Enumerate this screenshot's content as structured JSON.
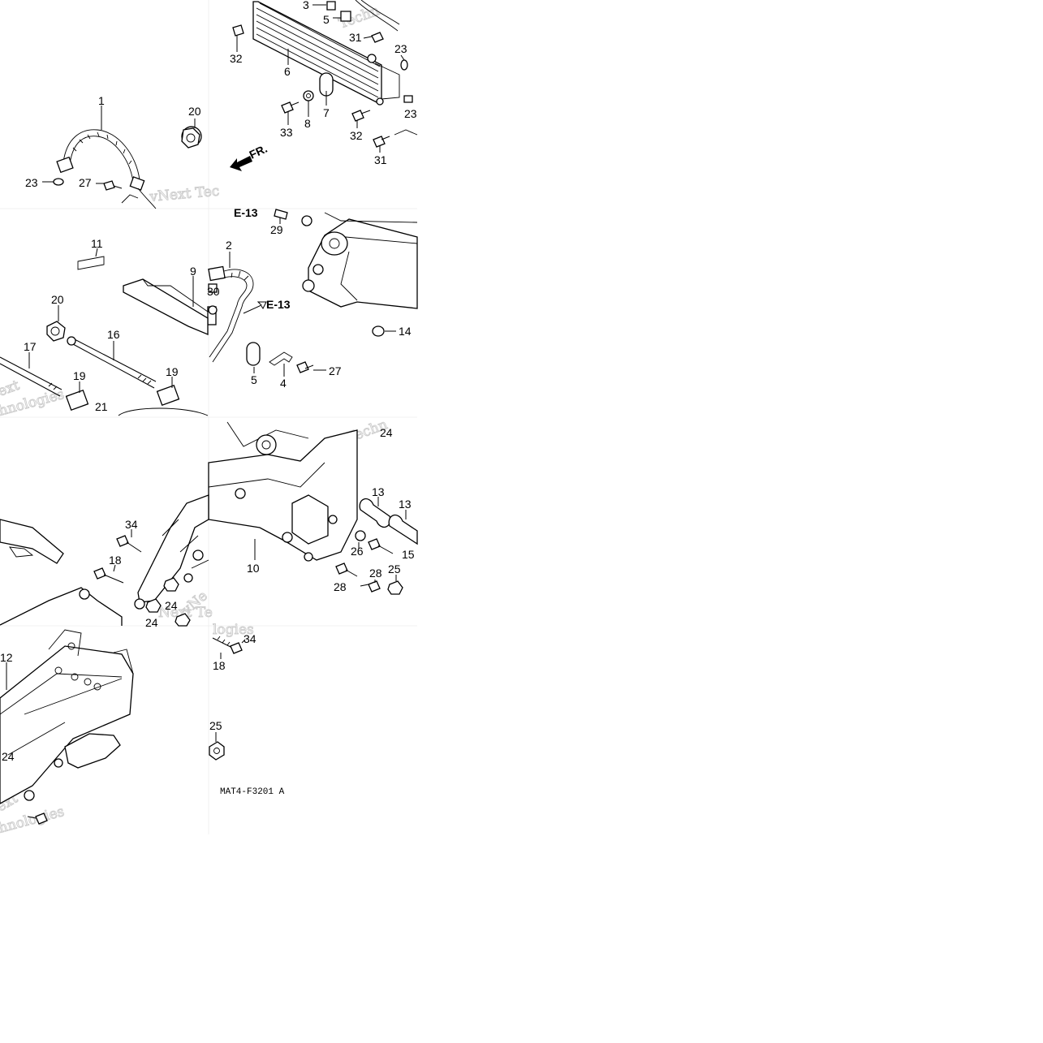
{
  "diagram": {
    "callouts": [
      {
        "id": "c3",
        "text": "3"
      },
      {
        "id": "c5a",
        "text": "5"
      },
      {
        "id": "c31a",
        "text": "31"
      },
      {
        "id": "c32a",
        "text": "32"
      },
      {
        "id": "c6",
        "text": "6"
      },
      {
        "id": "c23a",
        "text": "23"
      },
      {
        "id": "c7",
        "text": "7"
      },
      {
        "id": "c8",
        "text": "8"
      },
      {
        "id": "c33",
        "text": "33"
      },
      {
        "id": "c32b",
        "text": "32"
      },
      {
        "id": "c31b",
        "text": "31"
      },
      {
        "id": "c23c",
        "text": "23"
      },
      {
        "id": "c1",
        "text": "1"
      },
      {
        "id": "c20a",
        "text": "20"
      },
      {
        "id": "c23b",
        "text": "23"
      },
      {
        "id": "c27a",
        "text": "27"
      },
      {
        "id": "c29",
        "text": "29"
      },
      {
        "id": "c11",
        "text": "11"
      },
      {
        "id": "c9",
        "text": "9"
      },
      {
        "id": "c2",
        "text": "2"
      },
      {
        "id": "c30",
        "text": "30"
      },
      {
        "id": "c20b",
        "text": "20"
      },
      {
        "id": "c16",
        "text": "16"
      },
      {
        "id": "c17",
        "text": "17"
      },
      {
        "id": "c19a",
        "text": "19"
      },
      {
        "id": "c19b",
        "text": "19"
      },
      {
        "id": "c21",
        "text": "21"
      },
      {
        "id": "c5b",
        "text": "5"
      },
      {
        "id": "c4",
        "text": "4"
      },
      {
        "id": "c27b",
        "text": "27"
      },
      {
        "id": "c14",
        "text": "14"
      },
      {
        "id": "c13a",
        "text": "13"
      },
      {
        "id": "c13b",
        "text": "13"
      },
      {
        "id": "c15",
        "text": "15"
      },
      {
        "id": "c26",
        "text": "26"
      },
      {
        "id": "c25a",
        "text": "25"
      },
      {
        "id": "c28a",
        "text": "28"
      },
      {
        "id": "c28b",
        "text": "28"
      },
      {
        "id": "c10",
        "text": "10"
      },
      {
        "id": "c34a",
        "text": "34"
      },
      {
        "id": "c18a",
        "text": "18"
      },
      {
        "id": "c24a",
        "text": "24"
      },
      {
        "id": "c24b",
        "text": "24"
      },
      {
        "id": "c24c",
        "text": "24"
      },
      {
        "id": "c24d",
        "text": "24"
      },
      {
        "id": "c12",
        "text": "12"
      },
      {
        "id": "c34b",
        "text": "34"
      },
      {
        "id": "c18b",
        "text": "18"
      },
      {
        "id": "c25b",
        "text": "25"
      }
    ],
    "references": [
      {
        "id": "r_e13a",
        "text": "E-13"
      },
      {
        "id": "r_e13b",
        "text": "E-13"
      }
    ],
    "direction_label": "FR.",
    "drawing_code": "MAT4-F3201 A",
    "watermark_fragments": [
      "Techn",
      "vNext Tec",
      "ext",
      "hnologies",
      "Techn",
      "vNe",
      "Next Te",
      "logies",
      "ext",
      "hnologies"
    ]
  }
}
